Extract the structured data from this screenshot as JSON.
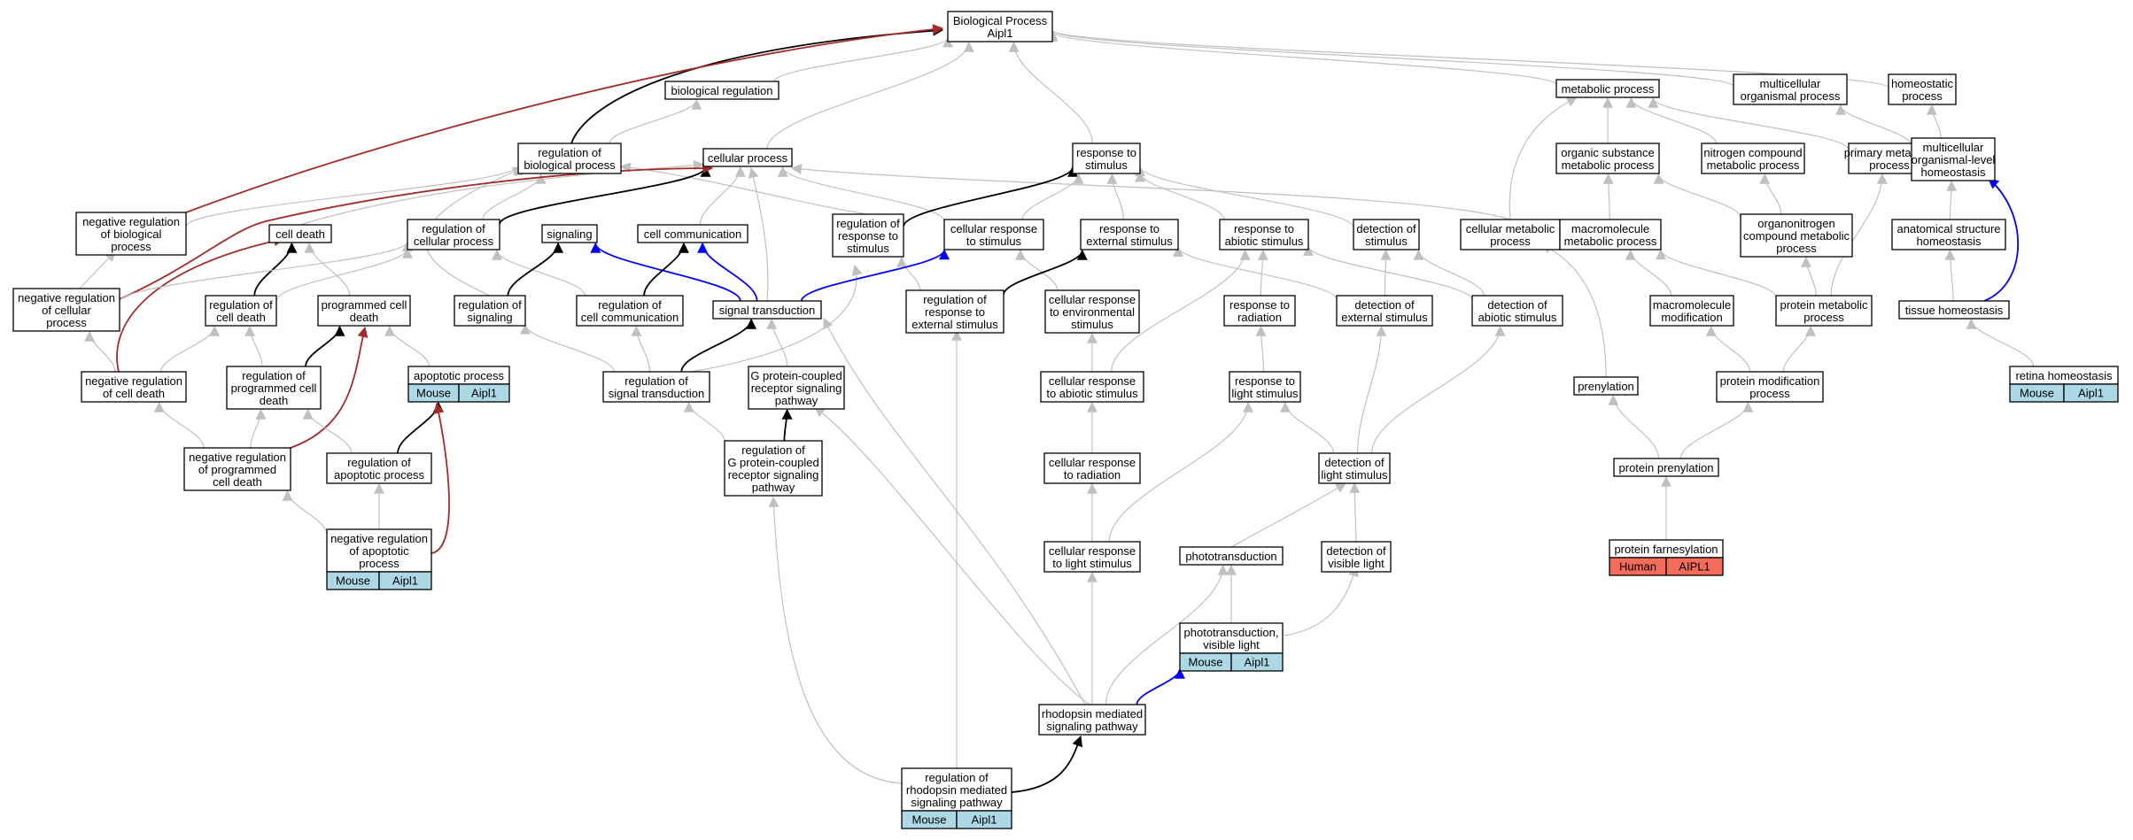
{
  "colors": {
    "gray_edge": "#c0c0c0",
    "black_edge": "#000000",
    "red_edge": "#a52a2a",
    "blue_edge": "#0000ff",
    "mouse_annotation": "#add8e6",
    "human_annotation": "#f26b5b"
  },
  "nodes": {
    "bp": {
      "lines": [
        "Biological Process",
        "Aipl1"
      ]
    },
    "bioreg": {
      "lines": [
        "biological regulation"
      ]
    },
    "regbp": {
      "lines": [
        "regulation of",
        "biological process"
      ]
    },
    "cellproc": {
      "lines": [
        "cellular process"
      ]
    },
    "respstim": {
      "lines": [
        "response to",
        "stimulus"
      ]
    },
    "metab": {
      "lines": [
        "metabolic process"
      ]
    },
    "multiorg": {
      "lines": [
        "multicellular",
        "organismal process"
      ]
    },
    "homeo": {
      "lines": [
        "homeostatic",
        "process"
      ]
    },
    "negregbp": {
      "lines": [
        "negative regulation",
        "of biological",
        "process"
      ]
    },
    "celldeath": {
      "lines": [
        "cell death"
      ]
    },
    "regcellproc": {
      "lines": [
        "regulation of",
        "cellular process"
      ]
    },
    "signaling": {
      "lines": [
        "signaling"
      ]
    },
    "cellcomm": {
      "lines": [
        "cell communication"
      ]
    },
    "regrespstim": {
      "lines": [
        "regulation of",
        "response to",
        "stimulus"
      ]
    },
    "cellrespstim": {
      "lines": [
        "cellular response",
        "to stimulus"
      ]
    },
    "respext": {
      "lines": [
        "response to",
        "external stimulus"
      ]
    },
    "respabio": {
      "lines": [
        "response to",
        "abiotic stimulus"
      ]
    },
    "detstim": {
      "lines": [
        "detection of",
        "stimulus"
      ]
    },
    "cellmetab": {
      "lines": [
        "cellular metabolic",
        "process"
      ]
    },
    "orgsub": {
      "lines": [
        "organic substance",
        "metabolic process"
      ]
    },
    "nitro": {
      "lines": [
        "nitrogen compound",
        "metabolic process"
      ]
    },
    "primmetab": {
      "lines": [
        "primary metabolic",
        "process"
      ]
    },
    "mlhomeo": {
      "lines": [
        "multicellular",
        "organismal-level",
        "homeostasis"
      ]
    },
    "negregcell": {
      "lines": [
        "negative regulation",
        "of cellular",
        "process"
      ]
    },
    "regcelldeath": {
      "lines": [
        "regulation of",
        "cell death"
      ]
    },
    "pcd": {
      "lines": [
        "programmed cell",
        "death"
      ]
    },
    "regsig": {
      "lines": [
        "regulation of",
        "signaling"
      ]
    },
    "regcc": {
      "lines": [
        "regulation of",
        "cell communication"
      ]
    },
    "sigtrans": {
      "lines": [
        "signal transduction"
      ]
    },
    "regrespext": {
      "lines": [
        "regulation of",
        "response to",
        "external stimulus"
      ]
    },
    "cellrespenv": {
      "lines": [
        "cellular response",
        "to environmental",
        "stimulus"
      ]
    },
    "resprad": {
      "lines": [
        "response to",
        "radiation"
      ]
    },
    "detext": {
      "lines": [
        "detection of",
        "external stimulus"
      ]
    },
    "detabio": {
      "lines": [
        "detection of",
        "abiotic stimulus"
      ]
    },
    "macromet": {
      "lines": [
        "macromolecule",
        "metabolic process"
      ]
    },
    "organonitro": {
      "lines": [
        "organonitrogen",
        "compound metabolic",
        "process"
      ]
    },
    "anatomical": {
      "lines": [
        "anatomical structure",
        "homeostasis"
      ]
    },
    "negregcd": {
      "lines": [
        "negative regulation",
        "of cell death"
      ]
    },
    "regpcd": {
      "lines": [
        "regulation of",
        "programmed cell",
        "death"
      ]
    },
    "apoptotic": {
      "lines": [
        "apoptotic process"
      ],
      "annot": [
        "Mouse",
        "Aipl1"
      ]
    },
    "regsigtrans": {
      "lines": [
        "regulation of",
        "signal transduction"
      ]
    },
    "gpcr": {
      "lines": [
        "G protein-coupled",
        "receptor signaling",
        "pathway"
      ]
    },
    "cellrespabio": {
      "lines": [
        "cellular response",
        "to abiotic stimulus"
      ]
    },
    "resplight": {
      "lines": [
        "response to",
        "light stimulus"
      ]
    },
    "macromod": {
      "lines": [
        "macromolecule",
        "modification"
      ]
    },
    "protmetab": {
      "lines": [
        "protein metabolic",
        "process"
      ]
    },
    "tissue": {
      "lines": [
        "tissue homeostasis"
      ]
    },
    "prenyl": {
      "lines": [
        "prenylation"
      ]
    },
    "protmod": {
      "lines": [
        "protein modification",
        "process"
      ]
    },
    "retina": {
      "lines": [
        "retina homeostasis"
      ],
      "annot": [
        "Mouse",
        "Aipl1"
      ]
    },
    "negregpcd": {
      "lines": [
        "negative regulation",
        "of programmed",
        "cell death"
      ]
    },
    "regapop": {
      "lines": [
        "regulation of",
        "apoptotic process"
      ]
    },
    "reggpcr": {
      "lines": [
        "regulation of",
        "G protein-coupled",
        "receptor signaling",
        "pathway"
      ]
    },
    "cellresprad": {
      "lines": [
        "cellular response",
        "to radiation"
      ]
    },
    "detlight": {
      "lines": [
        "detection of",
        "light stimulus"
      ]
    },
    "protprenyl": {
      "lines": [
        "protein prenylation"
      ]
    },
    "negregapop": {
      "lines": [
        "negative regulation",
        "of apoptotic",
        "process"
      ],
      "annot": [
        "Mouse",
        "Aipl1"
      ]
    },
    "cellresplight": {
      "lines": [
        "cellular response",
        "to light stimulus"
      ]
    },
    "phototrans": {
      "lines": [
        "phototransduction"
      ]
    },
    "detvis": {
      "lines": [
        "detection of",
        "visible light"
      ]
    },
    "protfarn": {
      "lines": [
        "protein farnesylation"
      ],
      "annot": [
        "Human",
        "AIPL1"
      ]
    },
    "phototransvis": {
      "lines": [
        "phototransduction,",
        "visible light"
      ],
      "annot": [
        "Mouse",
        "Aipl1"
      ]
    },
    "rhodo": {
      "lines": [
        "rhodopsin mediated",
        "signaling pathway"
      ]
    },
    "regrhodo": {
      "lines": [
        "regulation of",
        "rhodopsin mediated",
        "signaling pathway"
      ],
      "annot": [
        "Mouse",
        "Aipl1"
      ]
    }
  },
  "edges": [
    {
      "from": "bioreg",
      "to": "bp",
      "color": "gray"
    },
    {
      "from": "cellproc",
      "to": "bp",
      "color": "gray"
    },
    {
      "from": "respstim",
      "to": "bp",
      "color": "gray"
    },
    {
      "from": "metab",
      "to": "bp",
      "color": "gray"
    },
    {
      "from": "multiorg",
      "to": "bp",
      "color": "gray"
    },
    {
      "from": "homeo",
      "to": "bp",
      "color": "gray"
    },
    {
      "from": "regbp",
      "to": "bp",
      "color": "black"
    },
    {
      "from": "negregbp",
      "to": "bp",
      "color": "red"
    },
    {
      "from": "regbp",
      "to": "bioreg",
      "color": "gray"
    },
    {
      "from": "negregbp",
      "to": "regbp",
      "color": "gray"
    },
    {
      "from": "regcellproc",
      "to": "regbp",
      "color": "gray"
    },
    {
      "from": "regsig",
      "to": "regbp",
      "color": "gray"
    },
    {
      "from": "regrespstim",
      "to": "regbp",
      "color": "gray"
    },
    {
      "from": "negregcell",
      "to": "negregbp",
      "color": "gray"
    },
    {
      "from": "celldeath",
      "to": "cellproc",
      "color": "gray"
    },
    {
      "from": "regcellproc",
      "to": "cellproc",
      "color": "black"
    },
    {
      "from": "negregcell",
      "to": "cellproc",
      "color": "red"
    },
    {
      "from": "cellcomm",
      "to": "cellproc",
      "color": "gray"
    },
    {
      "from": "cellrespstim",
      "to": "cellproc",
      "color": "gray"
    },
    {
      "from": "sigtrans",
      "to": "cellproc",
      "color": "gray"
    },
    {
      "from": "cellmetab",
      "to": "cellproc",
      "color": "gray"
    },
    {
      "from": "regrespstim",
      "to": "respstim",
      "color": "black"
    },
    {
      "from": "cellrespstim",
      "to": "respstim",
      "color": "gray"
    },
    {
      "from": "respext",
      "to": "respstim",
      "color": "gray"
    },
    {
      "from": "respabio",
      "to": "respstim",
      "color": "gray"
    },
    {
      "from": "detstim",
      "to": "respstim",
      "color": "gray"
    },
    {
      "from": "cellmetab",
      "to": "metab",
      "color": "gray"
    },
    {
      "from": "orgsub",
      "to": "metab",
      "color": "gray"
    },
    {
      "from": "nitro",
      "to": "metab",
      "color": "gray"
    },
    {
      "from": "primmetab",
      "to": "metab",
      "color": "gray"
    },
    {
      "from": "mlhomeo",
      "to": "multiorg",
      "color": "gray"
    },
    {
      "from": "mlhomeo",
      "to": "homeo",
      "color": "gray"
    },
    {
      "from": "anatomical",
      "to": "mlhomeo",
      "color": "gray"
    },
    {
      "from": "tissue",
      "to": "mlhomeo",
      "color": "blue"
    },
    {
      "from": "tissue",
      "to": "anatomical",
      "color": "gray"
    },
    {
      "from": "retina",
      "to": "tissue",
      "color": "gray"
    },
    {
      "from": "regcelldeath",
      "to": "celldeath",
      "color": "black"
    },
    {
      "from": "negregcd",
      "to": "celldeath",
      "color": "red"
    },
    {
      "from": "pcd",
      "to": "celldeath",
      "color": "gray"
    },
    {
      "from": "negregcell",
      "to": "regcellproc",
      "color": "gray"
    },
    {
      "from": "regcelldeath",
      "to": "regcellproc",
      "color": "gray"
    },
    {
      "from": "regcc",
      "to": "regcellproc",
      "color": "gray"
    },
    {
      "from": "sigtrans",
      "to": "signaling",
      "color": "blue"
    },
    {
      "from": "regsig",
      "to": "signaling",
      "color": "black"
    },
    {
      "from": "sigtrans",
      "to": "cellcomm",
      "color": "blue"
    },
    {
      "from": "regcc",
      "to": "cellcomm",
      "color": "black"
    },
    {
      "from": "regrespext",
      "to": "regrespstim",
      "color": "gray"
    },
    {
      "from": "regsigtrans",
      "to": "regrespstim",
      "color": "gray"
    },
    {
      "from": "sigtrans",
      "to": "cellrespstim",
      "color": "blue"
    },
    {
      "from": "cellrespenv",
      "to": "cellrespstim",
      "color": "gray"
    },
    {
      "from": "regrespext",
      "to": "respext",
      "color": "black"
    },
    {
      "from": "detext",
      "to": "respext",
      "color": "gray"
    },
    {
      "from": "resprad",
      "to": "respabio",
      "color": "gray"
    },
    {
      "from": "detabio",
      "to": "respabio",
      "color": "gray"
    },
    {
      "from": "cellrespabio",
      "to": "respabio",
      "color": "gray"
    },
    {
      "from": "detext",
      "to": "detstim",
      "color": "gray"
    },
    {
      "from": "detabio",
      "to": "detstim",
      "color": "gray"
    },
    {
      "from": "macromet",
      "to": "orgsub",
      "color": "gray"
    },
    {
      "from": "organonitro",
      "to": "nitro",
      "color": "gray"
    },
    {
      "from": "protmetab",
      "to": "primmetab",
      "color": "gray"
    },
    {
      "from": "macromet",
      "to": "cellmetab",
      "color": "gray"
    },
    {
      "from": "organonitro",
      "to": "orgsub",
      "color": "gray"
    },
    {
      "from": "prenyl",
      "to": "cellmetab",
      "color": "gray"
    },
    {
      "from": "negregcd",
      "to": "negregcell",
      "color": "gray"
    },
    {
      "from": "negregcd",
      "to": "regcelldeath",
      "color": "gray"
    },
    {
      "from": "regpcd",
      "to": "regcelldeath",
      "color": "gray"
    },
    {
      "from": "regpcd",
      "to": "pcd",
      "color": "black"
    },
    {
      "from": "negregpcd",
      "to": "pcd",
      "color": "red"
    },
    {
      "from": "apoptotic",
      "to": "pcd",
      "color": "gray"
    },
    {
      "from": "regsigtrans",
      "to": "regsig",
      "color": "gray"
    },
    {
      "from": "regsigtrans",
      "to": "regcc",
      "color": "gray"
    },
    {
      "from": "regsigtrans",
      "to": "sigtrans",
      "color": "black"
    },
    {
      "from": "gpcr",
      "to": "sigtrans",
      "color": "gray"
    },
    {
      "from": "rhodo",
      "to": "sigtrans",
      "color": "gray"
    },
    {
      "from": "regrhodo",
      "to": "regrespext",
      "color": "gray"
    },
    {
      "from": "cellrespabio",
      "to": "cellrespenv",
      "color": "gray"
    },
    {
      "from": "resplight",
      "to": "resprad",
      "color": "gray"
    },
    {
      "from": "detlight",
      "to": "detext",
      "color": "gray"
    },
    {
      "from": "detlight",
      "to": "detabio",
      "color": "gray"
    },
    {
      "from": "macromod",
      "to": "macromet",
      "color": "gray"
    },
    {
      "from": "protmetab",
      "to": "macromet",
      "color": "gray"
    },
    {
      "from": "protmetab",
      "to": "organonitro",
      "color": "gray"
    },
    {
      "from": "protmod",
      "to": "macromod",
      "color": "gray"
    },
    {
      "from": "protmod",
      "to": "protmetab",
      "color": "gray"
    },
    {
      "from": "negregpcd",
      "to": "negregcd",
      "color": "gray"
    },
    {
      "from": "negregpcd",
      "to": "regpcd",
      "color": "gray"
    },
    {
      "from": "regapop",
      "to": "regpcd",
      "color": "gray"
    },
    {
      "from": "regapop",
      "to": "apoptotic",
      "color": "black"
    },
    {
      "from": "negregapop",
      "to": "apoptotic",
      "color": "red"
    },
    {
      "from": "reggpcr",
      "to": "regsigtrans",
      "color": "gray"
    },
    {
      "from": "reggpcr",
      "to": "gpcr",
      "color": "black"
    },
    {
      "from": "rhodo",
      "to": "gpcr",
      "color": "gray"
    },
    {
      "from": "cellresprad",
      "to": "cellrespabio",
      "color": "gray"
    },
    {
      "from": "cellresplight",
      "to": "resplight",
      "color": "gray"
    },
    {
      "from": "detlight",
      "to": "resplight",
      "color": "gray"
    },
    {
      "from": "protprenyl",
      "to": "prenyl",
      "color": "gray"
    },
    {
      "from": "protprenyl",
      "to": "protmod",
      "color": "gray"
    },
    {
      "from": "negregapop",
      "to": "negregpcd",
      "color": "gray"
    },
    {
      "from": "negregapop",
      "to": "regapop",
      "color": "gray"
    },
    {
      "from": "regrhodo",
      "to": "reggpcr",
      "color": "gray"
    },
    {
      "from": "cellresplight",
      "to": "cellresprad",
      "color": "gray"
    },
    {
      "from": "phototrans",
      "to": "detlight",
      "color": "gray"
    },
    {
      "from": "detvis",
      "to": "detlight",
      "color": "gray"
    },
    {
      "from": "protfarn",
      "to": "protprenyl",
      "color": "gray"
    },
    {
      "from": "phototransvis",
      "to": "phototrans",
      "color": "gray"
    },
    {
      "from": "phototransvis",
      "to": "detvis",
      "color": "gray"
    },
    {
      "from": "rhodo",
      "to": "cellresplight",
      "color": "gray"
    },
    {
      "from": "rhodo",
      "to": "phototrans",
      "color": "gray"
    },
    {
      "from": "rhodo",
      "to": "phototransvis",
      "color": "blue"
    },
    {
      "from": "regrhodo",
      "to": "rhodo",
      "color": "black"
    }
  ]
}
